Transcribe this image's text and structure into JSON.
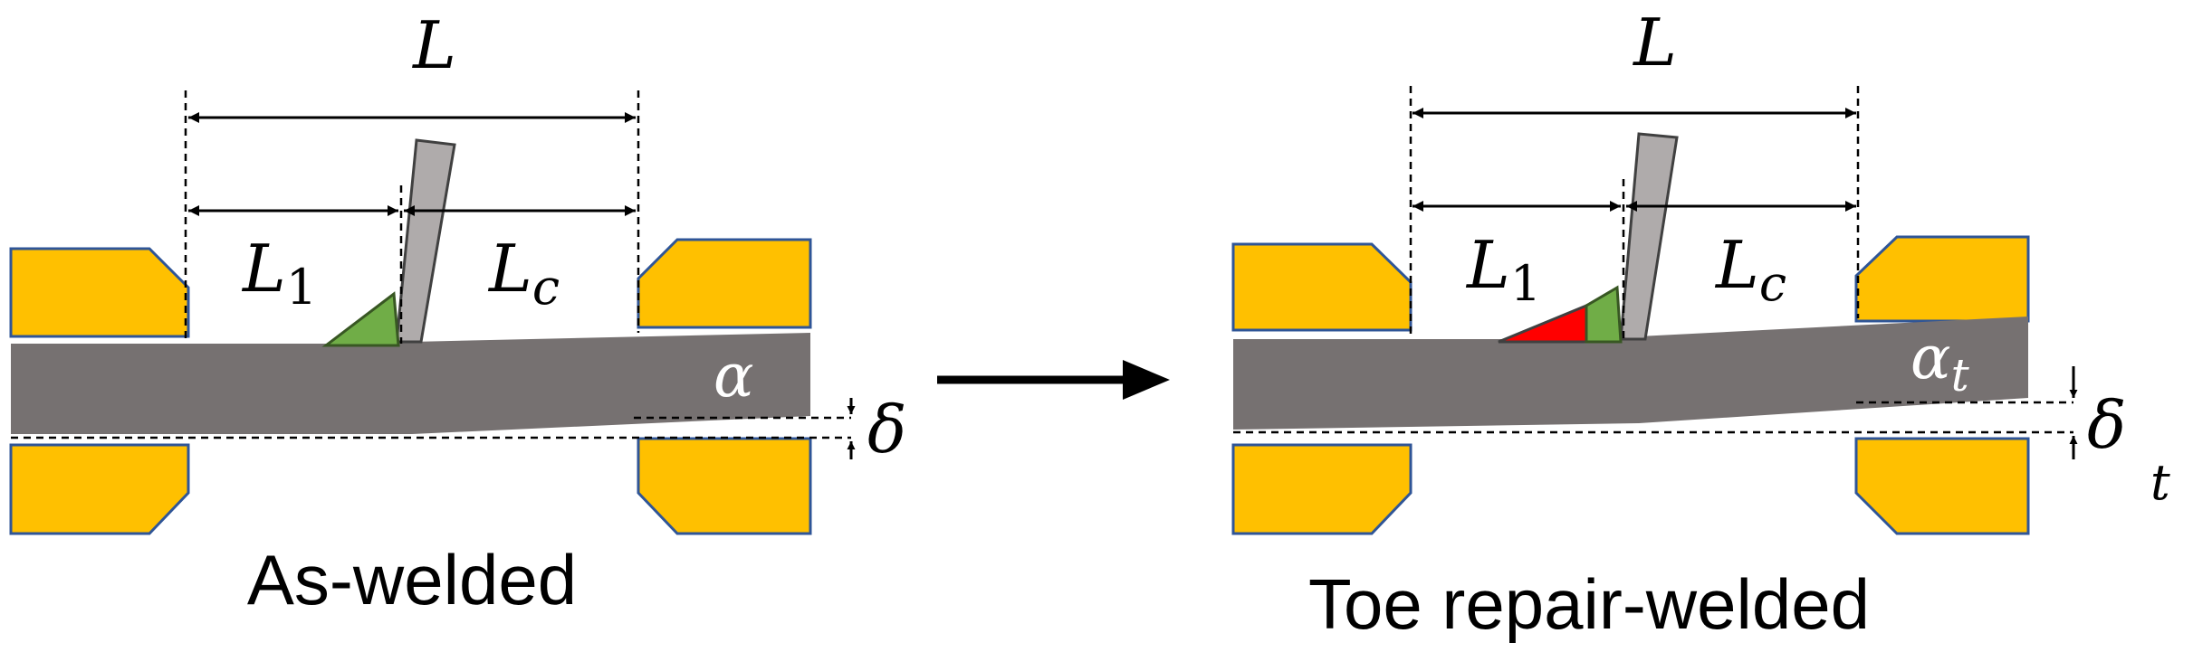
{
  "left_panel": {
    "caption": "As-welded",
    "length_total": "L",
    "length_1": {
      "base": "L",
      "sub": "1"
    },
    "length_c": {
      "base": "L",
      "sub": "c"
    },
    "angle": {
      "base": "α",
      "sub": ""
    },
    "deflection": {
      "base": "δ",
      "sub": ""
    }
  },
  "right_panel": {
    "caption": "Toe repair-welded",
    "length_total": "L",
    "length_1": {
      "base": "L",
      "sub": "1"
    },
    "length_c": {
      "base": "L",
      "sub": "c"
    },
    "angle": {
      "base": "α",
      "sub": "t"
    },
    "deflection": {
      "base": "δ",
      "sub": "t"
    }
  },
  "colors": {
    "clamp": "#FFC000",
    "clamp_outline": "#2F5597",
    "plate": "#767171",
    "attachment": "#AFABAB",
    "weld": "#70AD47",
    "repair_weld": "#FF0000"
  }
}
